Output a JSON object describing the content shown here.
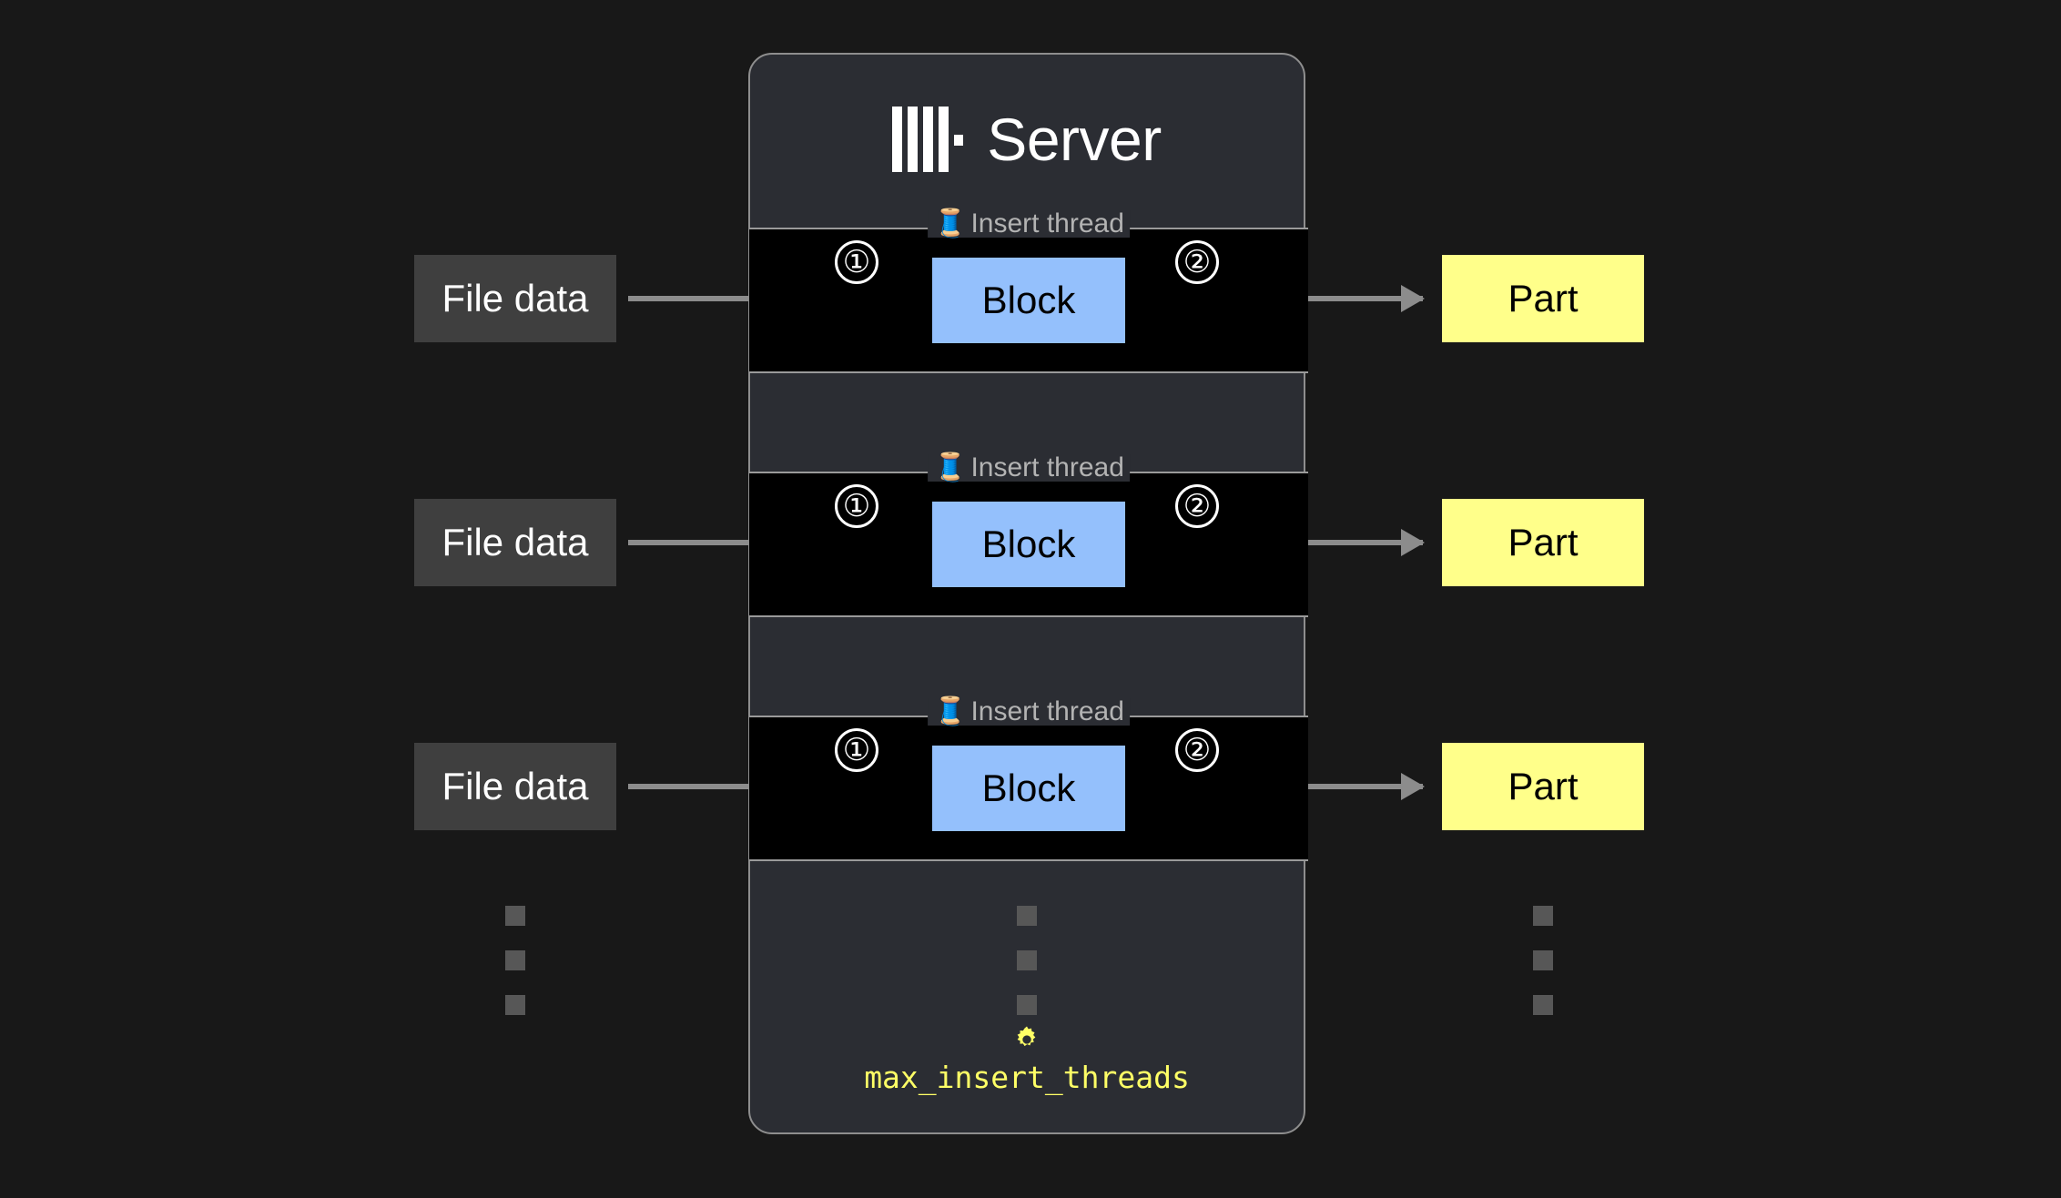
{
  "page": {
    "background_color": "#181818"
  },
  "server": {
    "title": "Server",
    "logo_icon": "clickhouse-logo-icon",
    "panel_color": "#2b2d33",
    "border_color": "#8e8e8e"
  },
  "threads": [
    {
      "legend_icon": "thread-spool-icon",
      "legend_emoji": "🧵",
      "legend_label": "Insert thread",
      "step_in": "①",
      "step_out": "②",
      "block_label": "Block",
      "source_label": "File data",
      "target_label": "Part"
    },
    {
      "legend_icon": "thread-spool-icon",
      "legend_emoji": "🧵",
      "legend_label": "Insert thread",
      "step_in": "①",
      "step_out": "②",
      "block_label": "Block",
      "source_label": "File data",
      "target_label": "Part"
    },
    {
      "legend_icon": "thread-spool-icon",
      "legend_emoji": "🧵",
      "legend_label": "Insert thread",
      "step_in": "①",
      "step_out": "②",
      "block_label": "Block",
      "source_label": "File data",
      "target_label": "Part"
    }
  ],
  "setting": {
    "icon": "gear-icon",
    "name": "max_insert_threads",
    "color": "#ffff66"
  },
  "colors": {
    "block_fill": "#94c0fc",
    "part_fill": "#ffff8a",
    "file_fill": "#3f3f3f",
    "arrow": "#8c8c8c",
    "legend_text": "#b3b3b3",
    "thread_box_fill": "#000000"
  }
}
